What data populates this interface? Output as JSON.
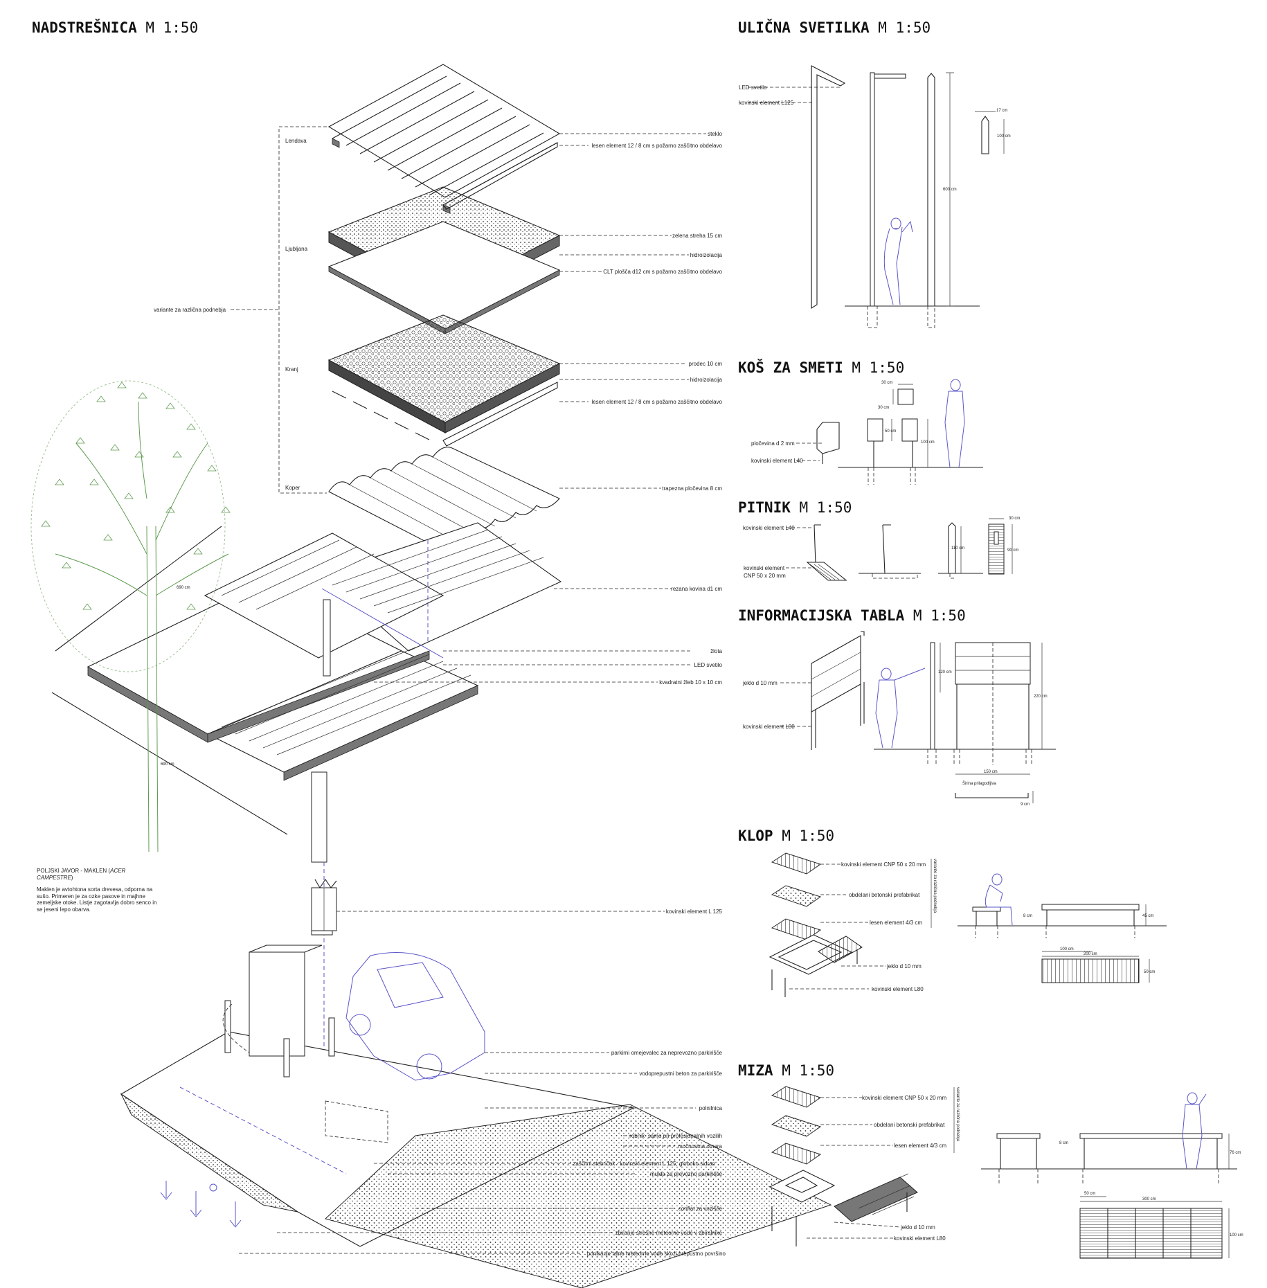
{
  "titles": {
    "nadstresnica": {
      "bold": "NADSTREŠNICA",
      "scale": " M 1:50"
    },
    "ulicna": {
      "bold": "ULIČNA SVETILKA",
      "scale": " M 1:50"
    },
    "kos": {
      "bold": "KOŠ ZA SMETI",
      "scale": " M 1:50"
    },
    "pitnik": {
      "bold": "PITNIK",
      "scale": " M 1:50"
    },
    "tabla": {
      "bold": "INFORMACIJSKA TABLA",
      "scale": " M 1:50"
    },
    "klop": {
      "bold": "KLOP",
      "scale": " M 1:50"
    },
    "miza": {
      "bold": "MIZA",
      "scale": " M 1:50"
    }
  },
  "canopy": {
    "cities": [
      "Lendava",
      "Ljubljana",
      "Kranj",
      "Koper"
    ],
    "variants": "variante za različna podnebja",
    "labels": [
      "steklo",
      "lesen element 12 / 8 cm s požarno zaščitno obdelavo",
      "zelena streha 15 cm",
      "hidroizolacija",
      "CLT plošča d12 cm s požarno zaščitno obdelavo",
      "prodec 10 cm",
      "hidroizolacija",
      "lesen element 12 / 8 cm s požarno zaščitno obdelavo",
      "trapezna pločevina 8 cm",
      "rezana kovina d1 cm",
      "žlota",
      "LED svetilo",
      "kvadratni žleb 10 x 10 cm",
      "kovinski element L 125",
      "parkirni omejevalec za neprevozno parkirišče",
      "vodoprepustni beton za parkirišče",
      "polnilnica",
      "robnik- samo pri profesionalnih vozilih",
      "močnostna omara",
      "zaščitni stebriček - kovinski element L 125, globoko sidran",
      "mulda za prevozno parkirišče",
      "conflat za vozišče",
      "zbiranje strešne meteorne vode v zbiralnike",
      "ponikanje talne meteorne vode skozi prepustno površino"
    ],
    "dim_690a": "690 cm",
    "dim_690b": "690 cm"
  },
  "tree_note": {
    "title_a": "POLJSKI JAVOR - MAKLEN (",
    "title_b": "ACER CAMPESTRE",
    "title_c": ")",
    "text": "Maklen je avtohtona sorta drevesa, odporna na sušo. Primeren je za ozke pasove in majhne zemeljske otoke. Listje zagotavlja dobro senco in se jeseni lepo obarva."
  },
  "ulicna": {
    "led": "LED svetilo",
    "l125": "kovinski element L125",
    "dims": [
      "17 cm",
      "100 cm",
      "600 cm"
    ]
  },
  "kos": {
    "plocevina": "pločevina d 2 mm",
    "l40": "kovinski element L40",
    "dims": [
      "30 cm",
      "30 cm",
      "50 cm",
      "100 cm"
    ]
  },
  "pitnik": {
    "l40": "kovinski element L40",
    "cnp_a": "kovinski element",
    "cnp_b": "CNP 50 x 20 mm",
    "dims": [
      "110 cm",
      "30 cm",
      "90 cm"
    ]
  },
  "tabla": {
    "jeklo": "jeklo d 10 mm",
    "l80": "kovinski element L80",
    "dims": [
      "120 cm",
      "220 cm",
      "150 cm",
      "Širina prilagodljiva",
      "9 cm"
    ]
  },
  "klop": {
    "labels": [
      "kovinski element CNP 50 x 20 mm",
      "obdelani betonski prefabrikat",
      "lesen element 4/3 cm",
      "jeklo d 10 mm",
      "kovinski element L80"
    ],
    "variants": "variante za različna podnebja",
    "dims": [
      "8 cm",
      "45 cm",
      "100 cm",
      "200 cm",
      "50 cm"
    ]
  },
  "miza": {
    "labels": [
      "kovinski element CNP 50 x 20 mm",
      "obdelani betonski prefabrikat",
      "lesen element 4/3 cm",
      "jeklo d 10 mm",
      "kovinski element L80"
    ],
    "variants": "variante za različna podnebja",
    "dims": [
      "8 cm",
      "76 cm",
      "50 cm",
      "300 cm",
      "100 cm"
    ]
  },
  "colors": {
    "ink": "#222222",
    "tree": "#5f9a4f",
    "figure": "#5a55c8"
  }
}
